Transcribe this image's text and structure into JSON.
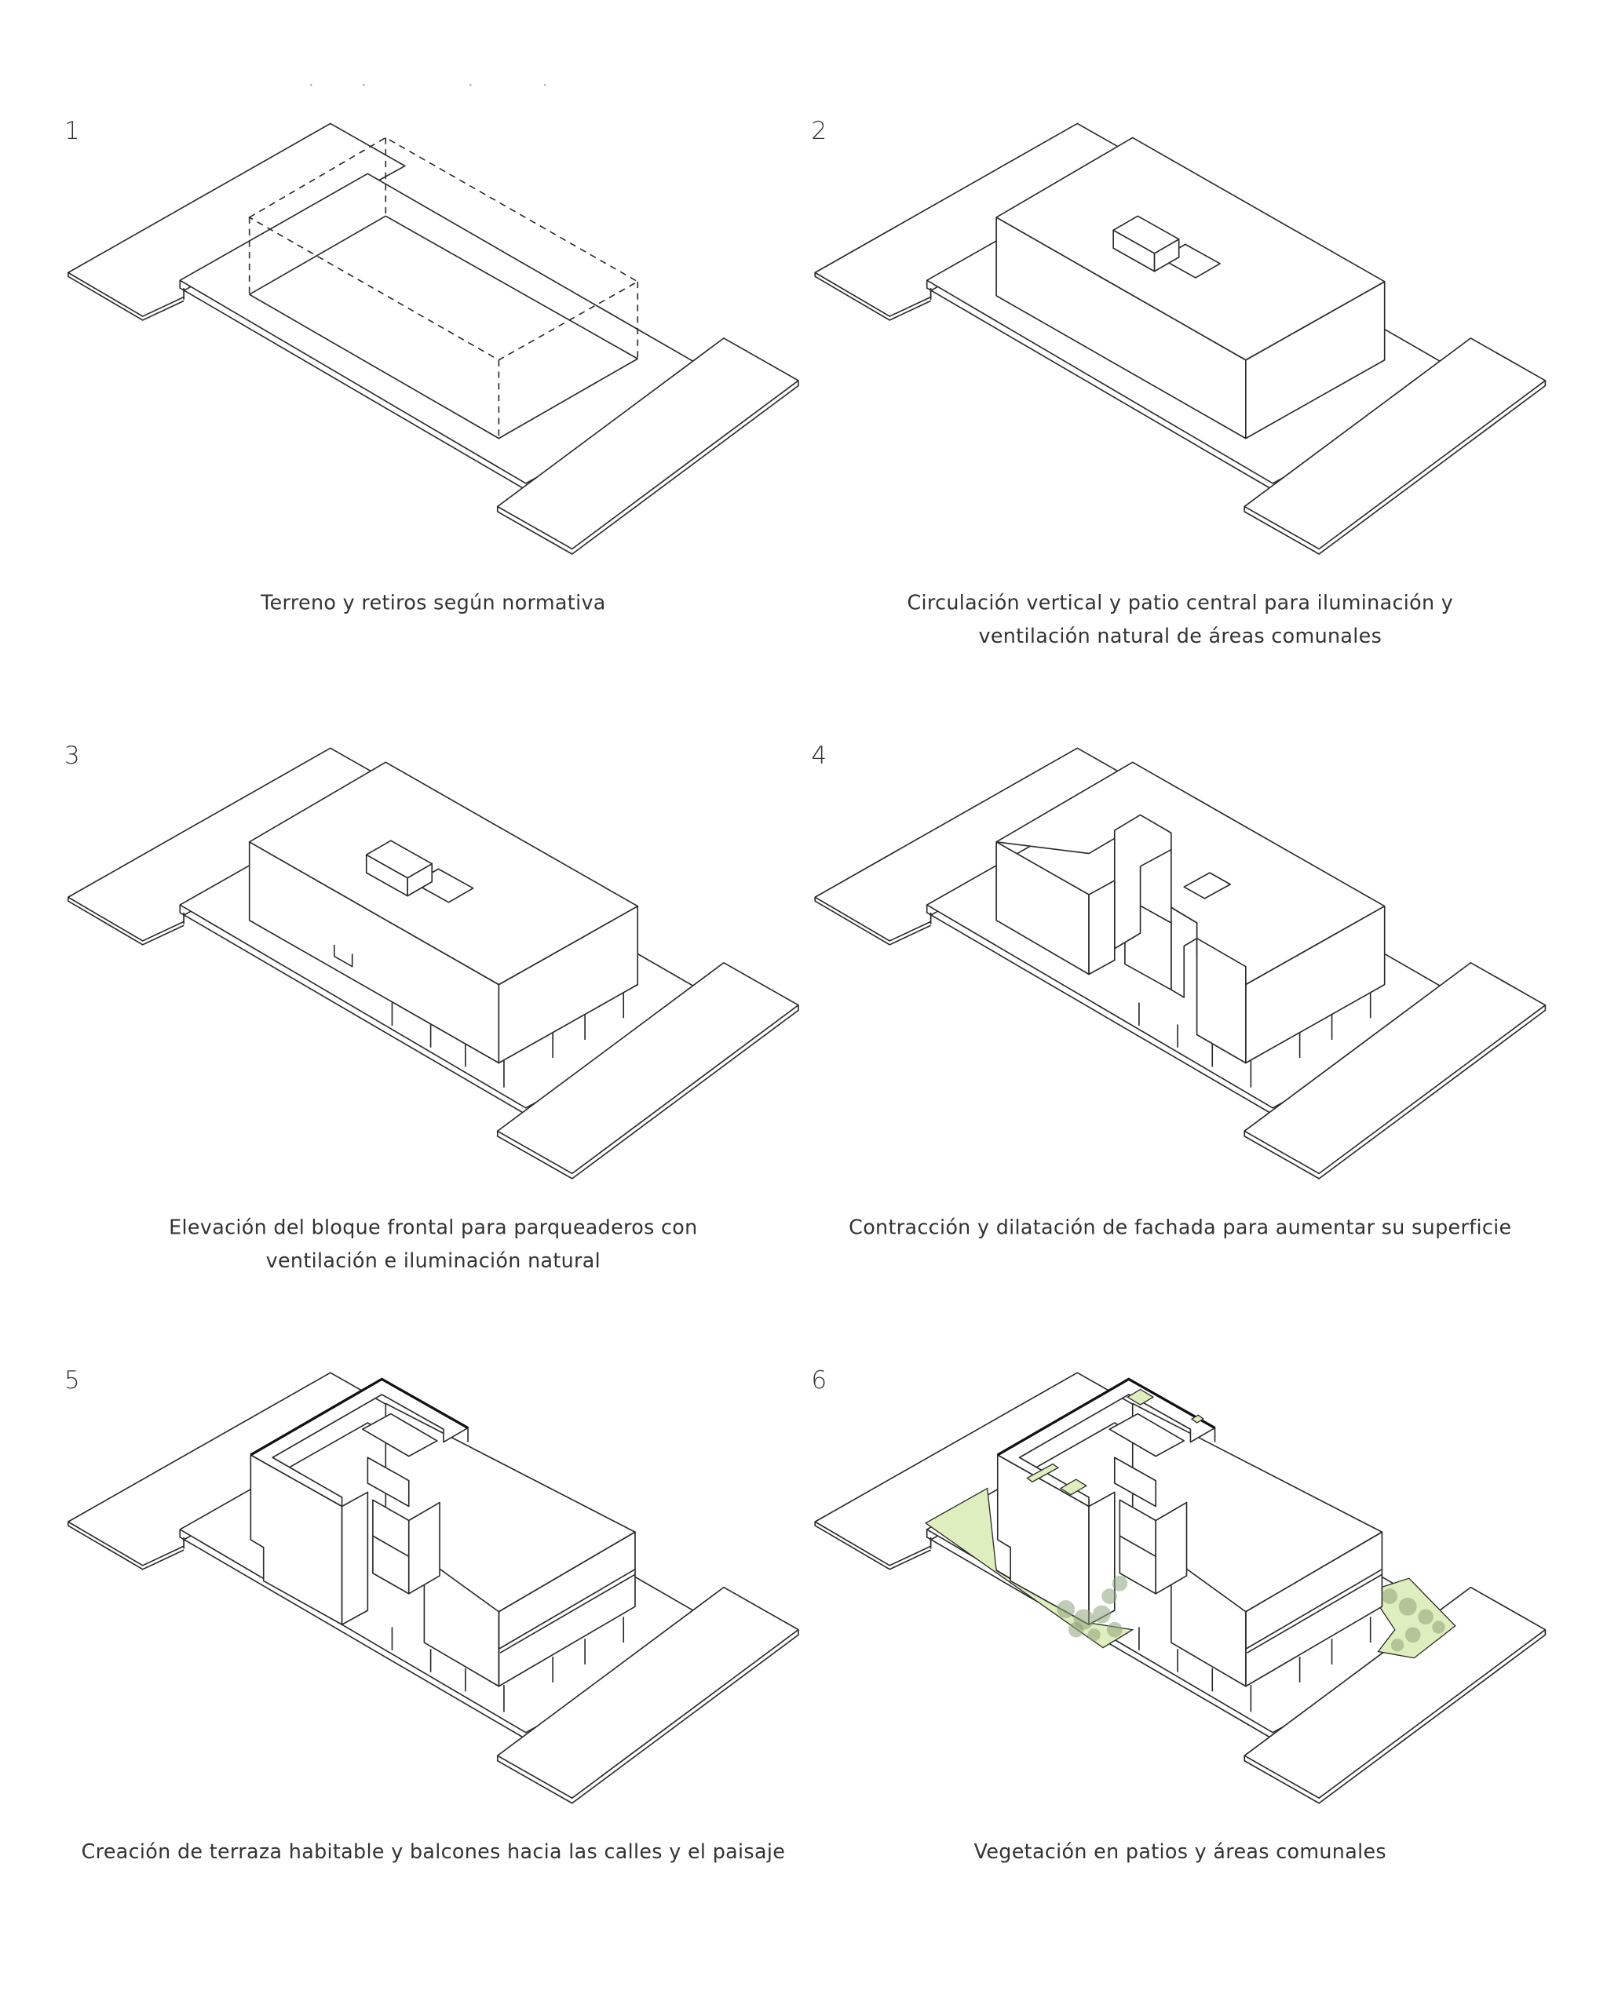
{
  "colors": {
    "line": "#2a2a2a",
    "vegetation_fill": "#dfeebf",
    "bush": "#8ea27a",
    "background": "#ffffff"
  },
  "panels": [
    {
      "number": "1",
      "caption": [
        "Terreno y retiros según normativa"
      ]
    },
    {
      "number": "2",
      "caption": [
        "Circulación vertical y patio central para iluminación y",
        "ventilación natural de áreas comunales"
      ]
    },
    {
      "number": "3",
      "caption": [
        "Elevación del bloque frontal para parqueaderos con",
        "ventilación e iluminación natural"
      ]
    },
    {
      "number": "4",
      "caption": [
        "Contracción y dilatación de fachada para aumentar su superficie"
      ]
    },
    {
      "number": "5",
      "caption": [
        "Creación de terraza habitable y balcones hacia las calles y el paisaje"
      ]
    },
    {
      "number": "6",
      "caption": [
        "Vegetación en patios y áreas comunales"
      ]
    }
  ]
}
